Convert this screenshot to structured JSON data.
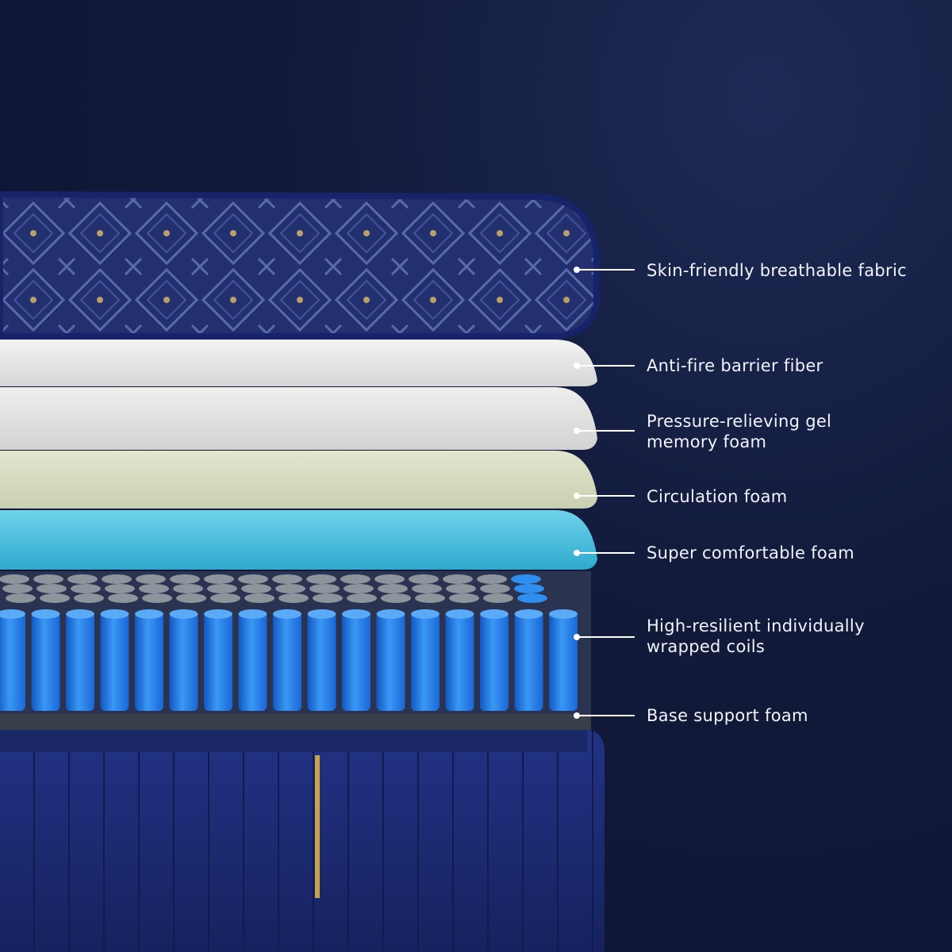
{
  "layers": [
    {
      "id": "fabric",
      "label": "Skin-friendly breathable fabric"
    },
    {
      "id": "fire",
      "label": "Anti-fire barrier fiber"
    },
    {
      "id": "gel",
      "label": "Pressure-relieving gel\nmemory foam"
    },
    {
      "id": "circulation",
      "label": "Circulation foam"
    },
    {
      "id": "comfort",
      "label": "Super comfortable foam"
    },
    {
      "id": "coils",
      "label": "High-resilient individually\nwrapped coils"
    },
    {
      "id": "base",
      "label": "Base support foam"
    }
  ],
  "colors": {
    "background": "#121a3a",
    "fabric": "#24327a",
    "fire_barrier": "#e6e6e6",
    "gel_foam": "#e3e3e1",
    "circulation_foam": "#d8ddc2",
    "comfort_foam": "#4fc1dd",
    "coils": "#1e7be8",
    "coil_tops": "#8e949c",
    "base_cover": "#1f2f78",
    "gold_accent": "#c9a24a"
  }
}
